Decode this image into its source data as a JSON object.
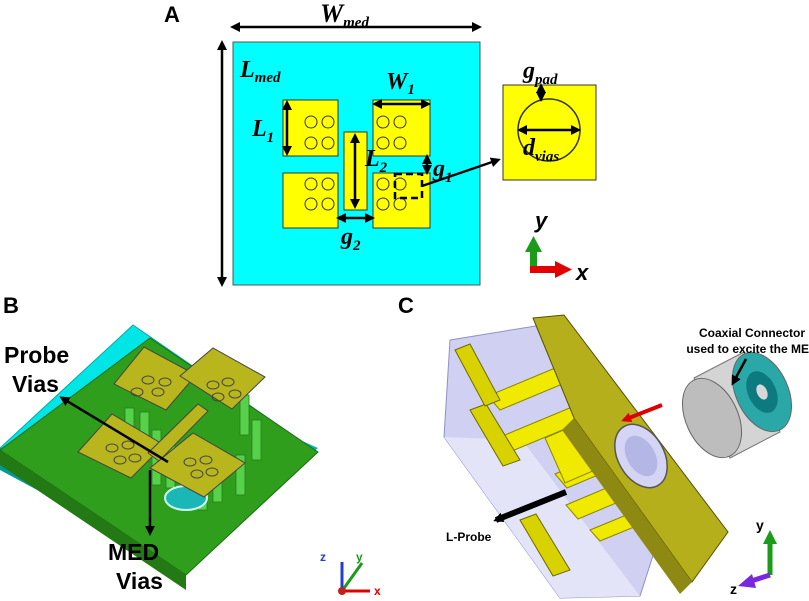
{
  "panels": {
    "a": "A",
    "b": "B",
    "c": "C"
  },
  "dims": {
    "w_med": {
      "main": "W",
      "sub": "med"
    },
    "l_med": {
      "main": "L",
      "sub": "med"
    },
    "w_1": {
      "main": "W",
      "sub": "1"
    },
    "l_1": {
      "main": "L",
      "sub": "1"
    },
    "l_2": {
      "main": "L",
      "sub": "2"
    },
    "g_1": {
      "main": "g",
      "sub": "1"
    },
    "g_2": {
      "main": "g",
      "sub": "2"
    },
    "g_pad": {
      "main": "g",
      "sub": "pad"
    },
    "d_vias": {
      "main": "d",
      "sub": "vias"
    }
  },
  "axes_a": {
    "y": "y",
    "x": "x"
  },
  "axes_b": {
    "z": "z",
    "y": "y",
    "x": "x"
  },
  "axes_c": {
    "y": "y",
    "z": "z"
  },
  "labels_b": {
    "probe_vias_1": "Probe",
    "probe_vias_2": "Vias",
    "med_vias_1": "MED",
    "med_vias_2": "Vias"
  },
  "labels_c": {
    "coax_1": "Coaxial Connector",
    "coax_2": "used to excite the MED",
    "l_probe": "L-Probe"
  },
  "colors": {
    "substrate": "#00ffff",
    "patch": "#ffff00",
    "ground": "#2e9e1c",
    "outline": "#000000"
  }
}
